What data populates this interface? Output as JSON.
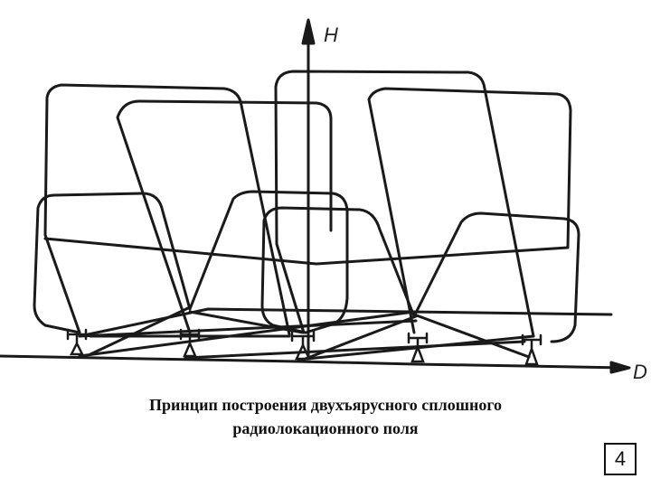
{
  "diagram": {
    "axis_vertical_label": "H",
    "axis_horizontal_label": "D",
    "station_count": 5,
    "line_color": "#1a1a1a"
  },
  "caption": {
    "line1": "Принцип построения двухъярусного сплошного",
    "line2": "радиолокационного поля"
  },
  "slide_number": "4"
}
